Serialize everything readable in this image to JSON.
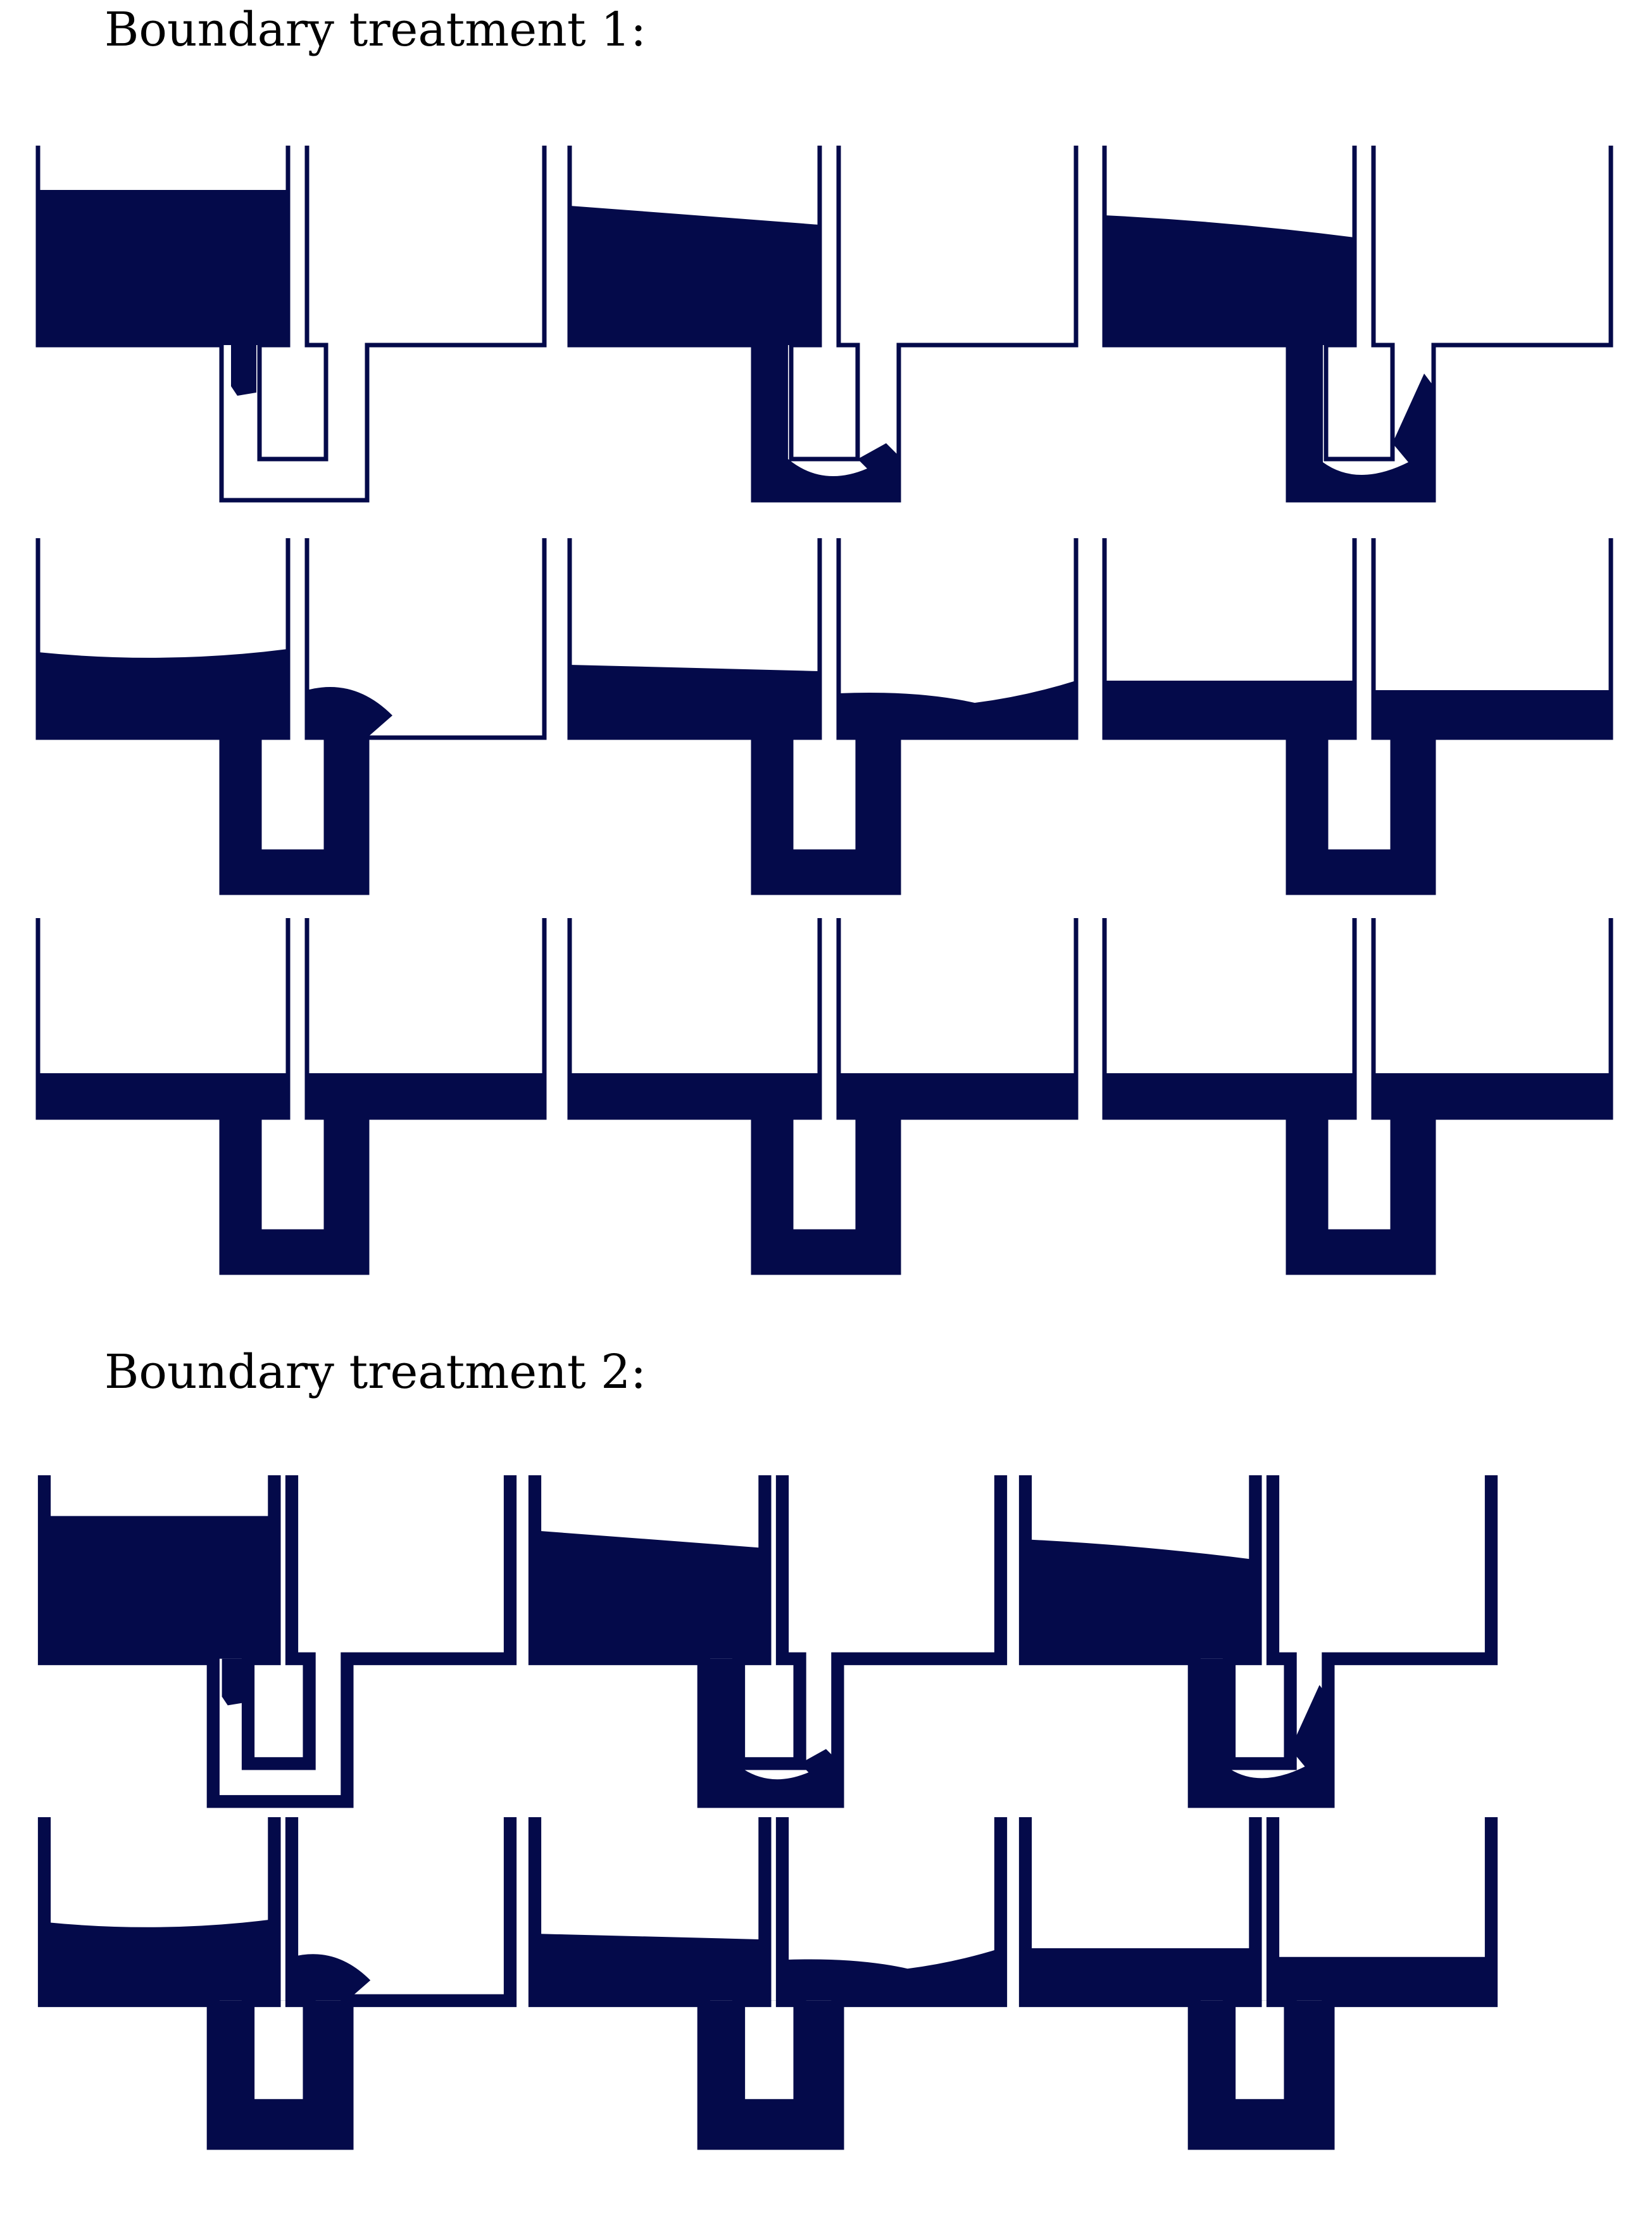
{
  "section1": {
    "heading": "Boundary treatment 1:"
  },
  "section2": {
    "heading": "Boundary treatment 2:"
  },
  "colors": {
    "fluid": "#040a4a",
    "background": "#ffffff"
  },
  "snapshots": {
    "treatment1": [
      {
        "stage": "initial"
      },
      {
        "stage": "early-flow"
      },
      {
        "stage": "u-tube-partial"
      },
      {
        "stage": "overflow-wave"
      },
      {
        "stage": "sloshing"
      },
      {
        "stage": "settling"
      },
      {
        "stage": "equilibrium"
      },
      {
        "stage": "equilibrium"
      },
      {
        "stage": "equilibrium"
      }
    ],
    "treatment2": [
      {
        "stage": "initial"
      },
      {
        "stage": "early-flow"
      },
      {
        "stage": "u-tube-partial"
      },
      {
        "stage": "overflow-wave"
      },
      {
        "stage": "sloshing"
      },
      {
        "stage": "settling"
      }
    ]
  }
}
